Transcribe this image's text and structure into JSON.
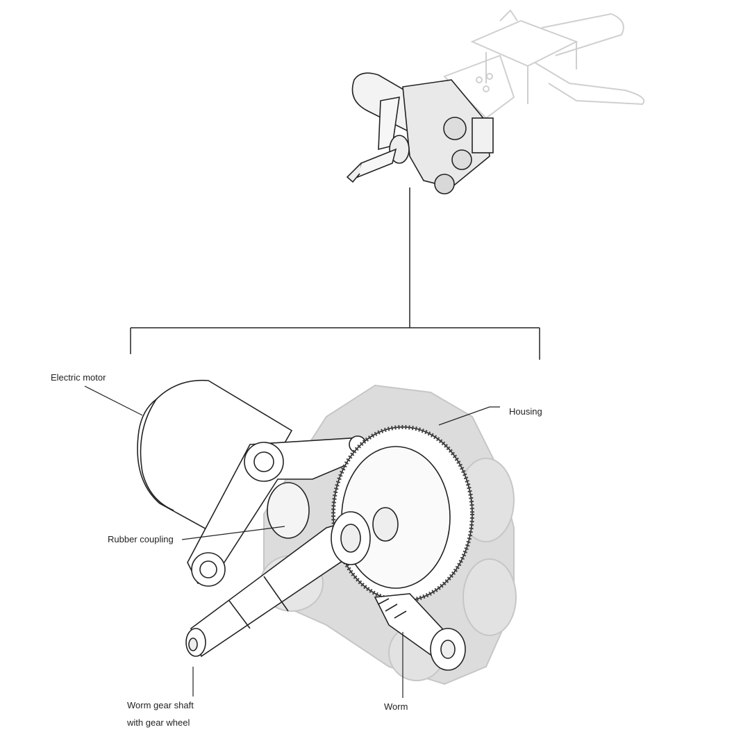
{
  "labels": {
    "electric_motor": "Electric motor",
    "housing": "Housing",
    "rubber_coupling": "Rubber coupling",
    "worm_gear_shaft_line1": "Worm gear shaft",
    "worm_gear_shaft_line2": "with gear wheel",
    "worm": "Worm"
  },
  "colors": {
    "line": "#222222",
    "ghost": "#d6d6d6",
    "ghost_line": "#c4c4c4"
  }
}
